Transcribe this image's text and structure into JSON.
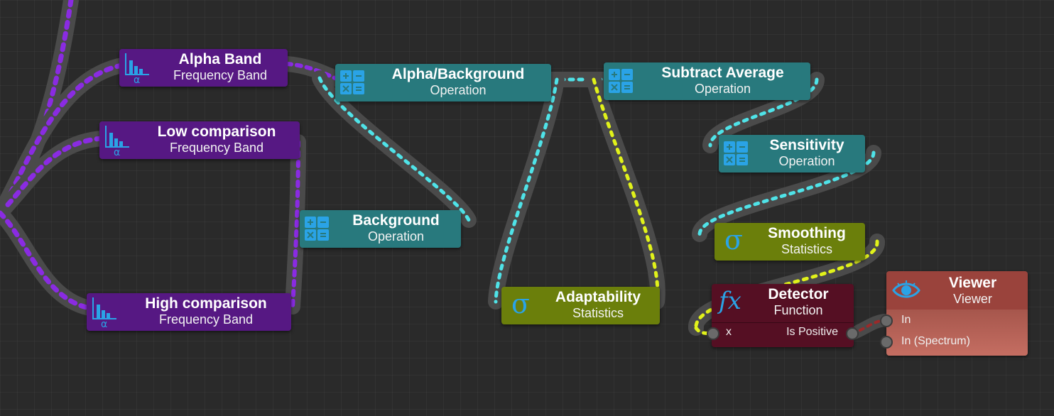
{
  "nodes": {
    "alpha_band": {
      "title": "Alpha Band",
      "subtitle": "Frequency Band",
      "icon": "frequency-band-alpha-icon"
    },
    "low_comparison": {
      "title": "Low comparison",
      "subtitle": "Frequency Band",
      "icon": "frequency-band-alpha-icon"
    },
    "high_comparison": {
      "title": "High comparison",
      "subtitle": "Frequency Band",
      "icon": "frequency-band-alpha-icon"
    },
    "alpha_background": {
      "title": "Alpha/Background",
      "subtitle": "Operation",
      "icon": "operation-calculator-icon"
    },
    "background": {
      "title": "Background",
      "subtitle": "Operation",
      "icon": "operation-calculator-icon"
    },
    "subtract_average": {
      "title": "Subtract Average",
      "subtitle": "Operation",
      "icon": "operation-calculator-icon"
    },
    "sensitivity": {
      "title": "Sensitivity",
      "subtitle": "Operation",
      "icon": "operation-calculator-icon"
    },
    "smoothing": {
      "title": "Smoothing",
      "subtitle": "Statistics",
      "icon": "sigma-icon",
      "glyph": "σ"
    },
    "adaptability": {
      "title": "Adaptability",
      "subtitle": "Statistics",
      "icon": "sigma-icon",
      "glyph": "σ"
    },
    "detector": {
      "title": "Detector",
      "subtitle": "Function",
      "icon": "function-fx-icon",
      "glyph": "fx",
      "ports": {
        "input": "x",
        "output": "Is Positive"
      }
    },
    "viewer": {
      "title": "Viewer",
      "subtitle": "Viewer",
      "icon": "eye-icon",
      "ports": {
        "in": "In",
        "in_spectrum": "In (Spectrum)"
      }
    }
  },
  "colors": {
    "frequency_band": "#561883",
    "operation": "#28797d",
    "statistics": "#6b7f0b",
    "function": "#550f23",
    "viewer": "#9a433c",
    "wire_purple": "#8a2be2",
    "wire_cyan": "#4fe3e8",
    "wire_yellow": "#e1f21a",
    "icon_blue": "#2aa3e6"
  }
}
